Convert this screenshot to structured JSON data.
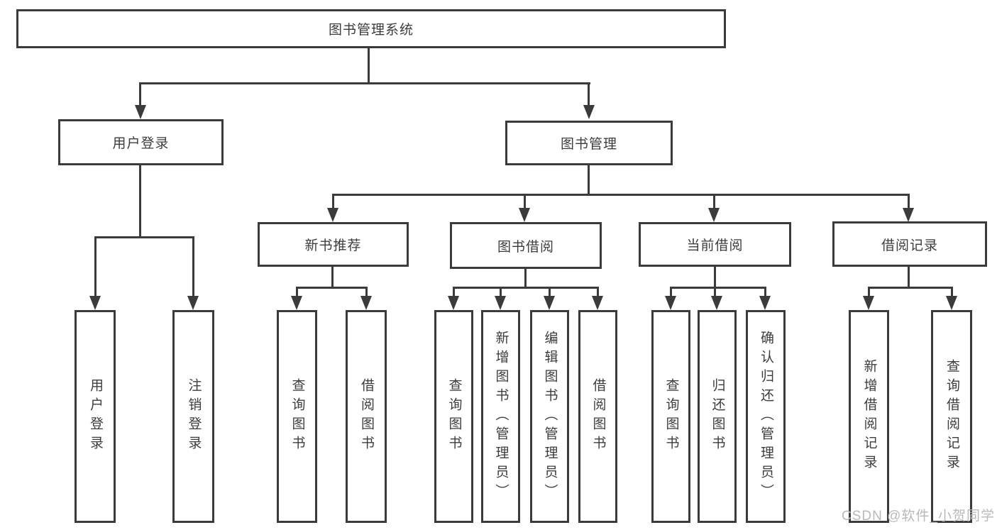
{
  "diagram_title": "图书管理系统",
  "colors": {
    "line": "#3b3b3b",
    "node_text": "#3c3c3c",
    "watermark_text": "#b9b9b9",
    "background": "#ffffff"
  },
  "nodes": {
    "root": "图书管理系统",
    "l2_user_login": "用户登录",
    "l2_book_mgmt": "图书管理",
    "l3_new_book": "新书推荐",
    "l3_book_borrow": "图书借阅",
    "l3_current_borrow": "当前借阅",
    "l3_borrow_record": "借阅记录",
    "leaf_user_login": "用户登录",
    "leaf_logout": "注销登录",
    "leaf_nb_query": "查询图书",
    "leaf_nb_borrow": "借阅图书",
    "leaf_bb_query": "查询图书",
    "leaf_bb_add": "新增图书（管理员）",
    "leaf_bb_edit": "编辑图书（管理员）",
    "leaf_bb_borrow": "借阅图书",
    "leaf_cb_query": "查询图书",
    "leaf_cb_return": "归还图书",
    "leaf_cb_confirm": "确认归还（管理员）",
    "leaf_br_add": "新增借阅记录",
    "leaf_br_query": "查询借阅记录"
  },
  "watermark": "CSDN @软件_小贺同学"
}
